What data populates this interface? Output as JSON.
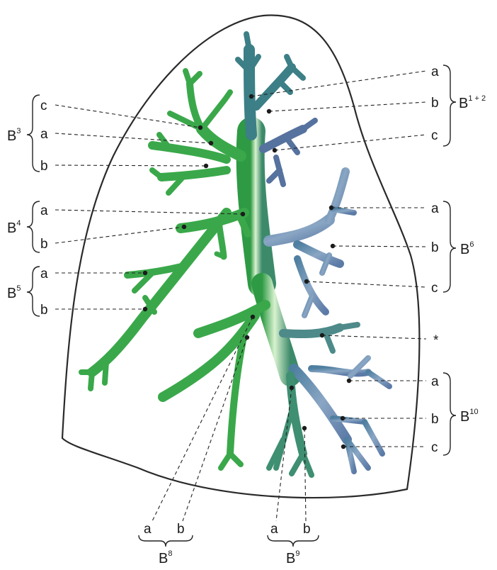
{
  "groups": {
    "b12": {
      "base": "B",
      "sup": "1 + 2"
    },
    "b3": {
      "base": "B",
      "sup": "3"
    },
    "b4": {
      "base": "B",
      "sup": "4"
    },
    "b5": {
      "base": "B",
      "sup": "5"
    },
    "b6": {
      "base": "B",
      "sup": "6"
    },
    "b10": {
      "base": "B",
      "sup": "10"
    },
    "b8": {
      "base": "B",
      "sup": "8"
    },
    "b9": {
      "base": "B",
      "sup": "9"
    }
  },
  "labels": {
    "b12_a": "a",
    "b12_b": "b",
    "b12_c": "c",
    "b3_c": "c",
    "b3_a": "a",
    "b3_b": "b",
    "b4_a": "a",
    "b4_b": "b",
    "b5_a": "a",
    "b5_b": "b",
    "b6_a": "a",
    "b6_b": "b",
    "b6_c": "c",
    "star": "*",
    "b10_a": "a",
    "b10_b": "b",
    "b10_c": "c",
    "b8_a": "a",
    "b8_b": "b",
    "b9_a": "a",
    "b9_b": "b"
  },
  "colors": {
    "outline": "#2a2a2a",
    "tree_green": "#3aa84a",
    "tree_light": "#c8ecc0",
    "tree_blue": "#5a7fa8",
    "leader": "#222222"
  }
}
